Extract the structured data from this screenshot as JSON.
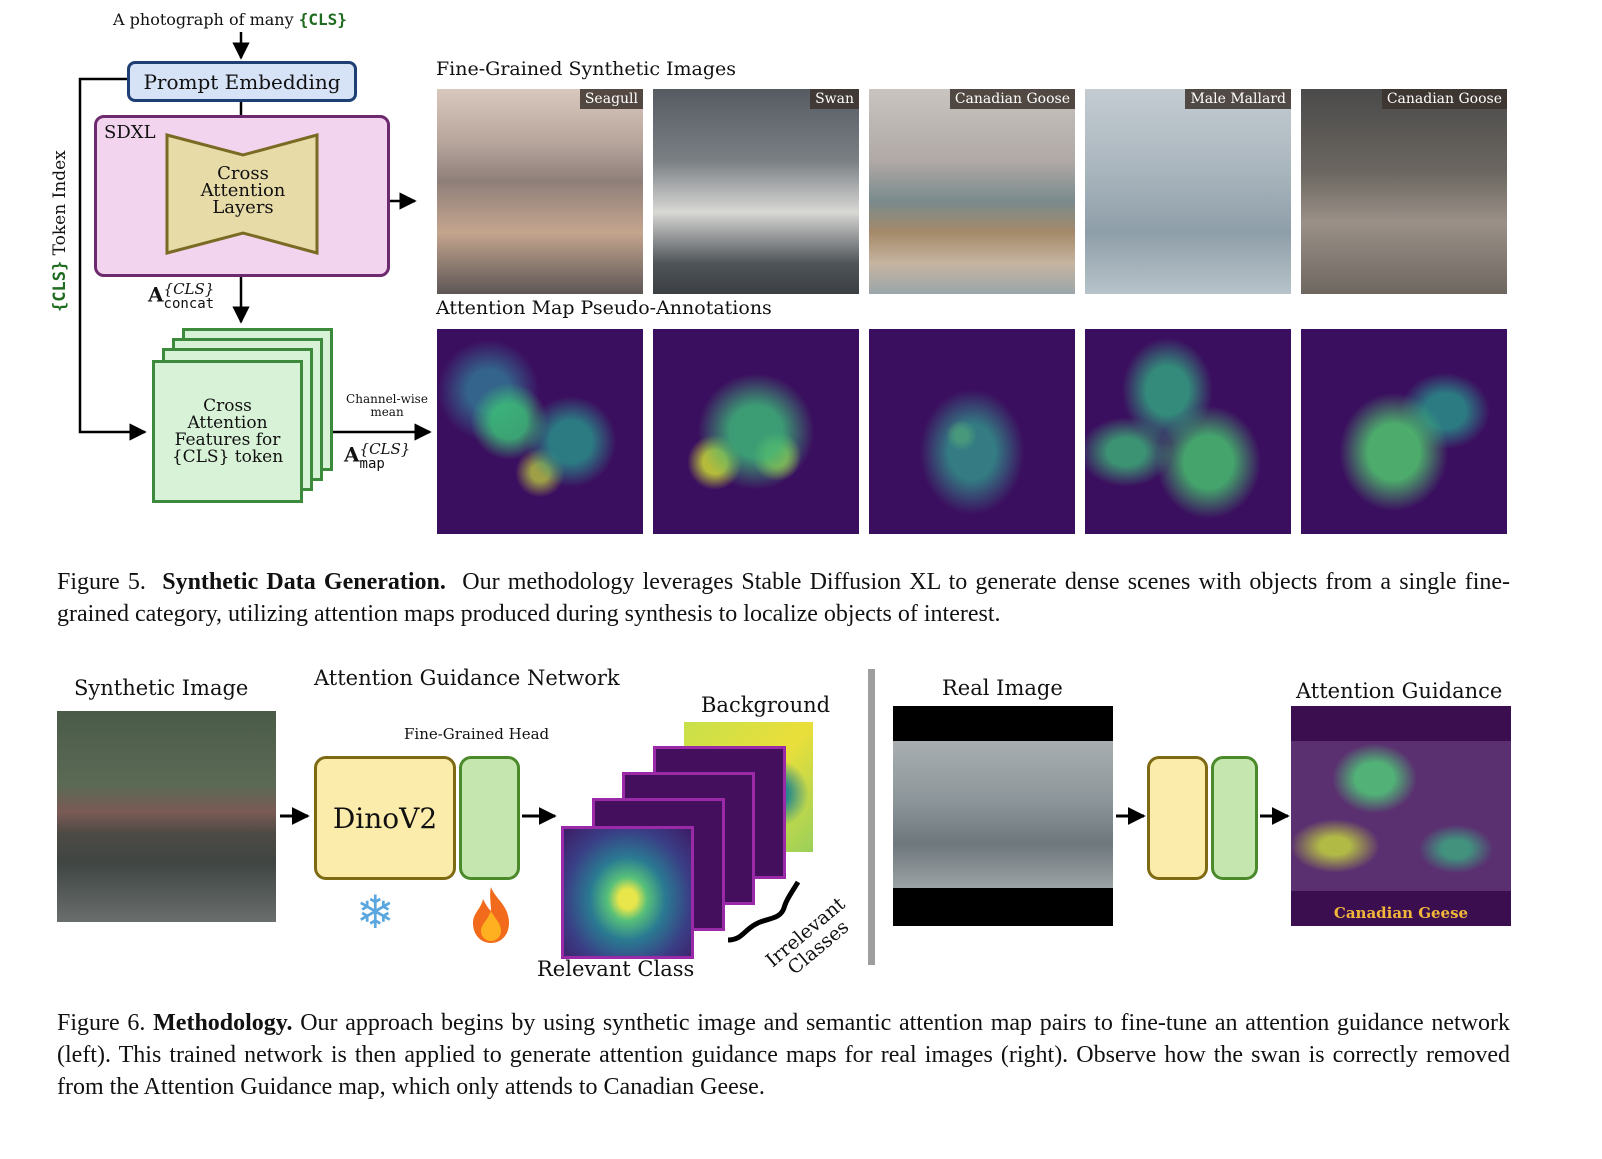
{
  "fig5": {
    "prompt_prefix": "A photograph of many",
    "prompt_cls": "{CLS}",
    "prompt_embedding": "Prompt Embedding",
    "sdxl": "SDXL",
    "cross_attention_layers": [
      "Cross",
      "Attention",
      "Layers"
    ],
    "token_index_cls": "{CLS}",
    "token_index_label": "Token Index",
    "a_concat_base": "A",
    "a_concat_sup": "{CLS}",
    "a_concat_sub": "concat",
    "features_box": [
      "Cross",
      "Attention",
      "Features for",
      "{CLS} token"
    ],
    "channel_wise": [
      "Channel-wise",
      "mean"
    ],
    "a_map_base": "A",
    "a_map_sup": "{CLS}",
    "a_map_sub": "map",
    "synthetic_title": "Fine-Grained Synthetic Images",
    "attention_title": "Attention Map Pseudo-Annotations",
    "images": [
      {
        "label": "Seagull"
      },
      {
        "label": "Swan"
      },
      {
        "label": "Canadian Goose"
      },
      {
        "label": "Male Mallard"
      },
      {
        "label": "Canadian Goose"
      }
    ],
    "caption_prefix": "Figure 5.",
    "caption_title": "Synthetic Data Generation.",
    "caption_text": "Our methodology leverages Stable Diffusion XL to generate dense scenes with objects from a single fine-grained category, utilizing attention maps produced during synthesis to localize objects of interest."
  },
  "fig6": {
    "synthetic_image": "Synthetic Image",
    "network_title": "Attention Guidance Network",
    "fine_grained_head": "Fine-Grained Head",
    "dinov2": "DinoV2",
    "frozen_icon": "snowflake-icon",
    "trainable_icon": "fire-icon",
    "background": "Background",
    "relevant_class": "Relevant Class",
    "irrelevant_classes": "Irrelevant Classes",
    "real_image": "Real Image",
    "attention_guidance": "Attention Guidance",
    "overlay_label": "Canadian Geese",
    "caption_prefix": "Figure 6.",
    "caption_title": "Methodology.",
    "caption_text": "Our approach begins by using synthetic image and semantic attention map pairs to fine-tune an attention guidance network (left). This trained network is then applied to generate attention guidance maps for real images (right). Observe how the swan is correctly removed from the Attention Guidance map, which only attends to Canadian Geese."
  }
}
